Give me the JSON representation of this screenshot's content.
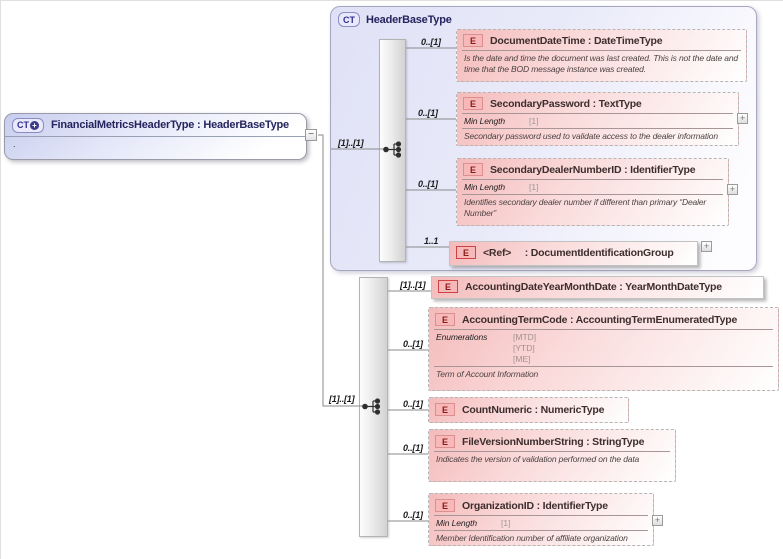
{
  "icons": {
    "collapse": "−",
    "expand": "+",
    "ct_plus": "+"
  },
  "root_type": {
    "badge": "CT",
    "title": "FinancialMetricsHeaderType : HeaderBaseType",
    "detail": "."
  },
  "base_type": {
    "badge": "CT",
    "title": "HeaderBaseType",
    "cardinality": "[1]..[1]",
    "elements": [
      {
        "badge": "E",
        "name": "DocumentDateTime : DateTimeType",
        "cardinality": "0..[1]",
        "annotation": "Is the date and time the document was last created. This is not the date and time that the BOD message instance was created."
      },
      {
        "badge": "E",
        "name": "SecondaryPassword : TextType",
        "cardinality": "0..[1]",
        "facet_label": "Min Length",
        "facet_value": "[1]",
        "annotation": "Secondary password used to validate access to the dealer information"
      },
      {
        "badge": "E",
        "name": "SecondaryDealerNumberID : IdentifierType",
        "cardinality": "0..[1]",
        "facet_label": "Min Length",
        "facet_value": "[1]",
        "annotation": "Identifies secondary dealer number if different than primary “Dealer Number”"
      },
      {
        "badge": "E",
        "name": "<Ref>     : DocumentIdentificationGroup",
        "cardinality": "1..1"
      }
    ]
  },
  "extension_sequence": {
    "cardinality": "[1]..[1]",
    "elements": [
      {
        "badge": "E",
        "name": "AccountingDateYearMonthDate : YearMonthDateType",
        "cardinality": "[1]..[1]"
      },
      {
        "badge": "E",
        "name": "AccountingTermCode : AccountingTermEnumeratedType",
        "cardinality": "0..[1]",
        "facet_label": "Enumerations",
        "enumerations": [
          "[MTD]",
          "[YTD]",
          "[ME]"
        ],
        "annotation": "Term of Account Information"
      },
      {
        "badge": "E",
        "name": "CountNumeric : NumericType",
        "cardinality": "0..[1]"
      },
      {
        "badge": "E",
        "name": "FileVersionNumberString : StringType",
        "cardinality": "0..[1]",
        "annotation": "Indicates the version of validation performed on the data"
      },
      {
        "badge": "E",
        "name": "OrganizationID : IdentifierType",
        "cardinality": "0..[1]",
        "facet_label": "Min Length",
        "facet_value": "[1]",
        "annotation": "Member Identification number of affiliate organization"
      }
    ]
  }
}
